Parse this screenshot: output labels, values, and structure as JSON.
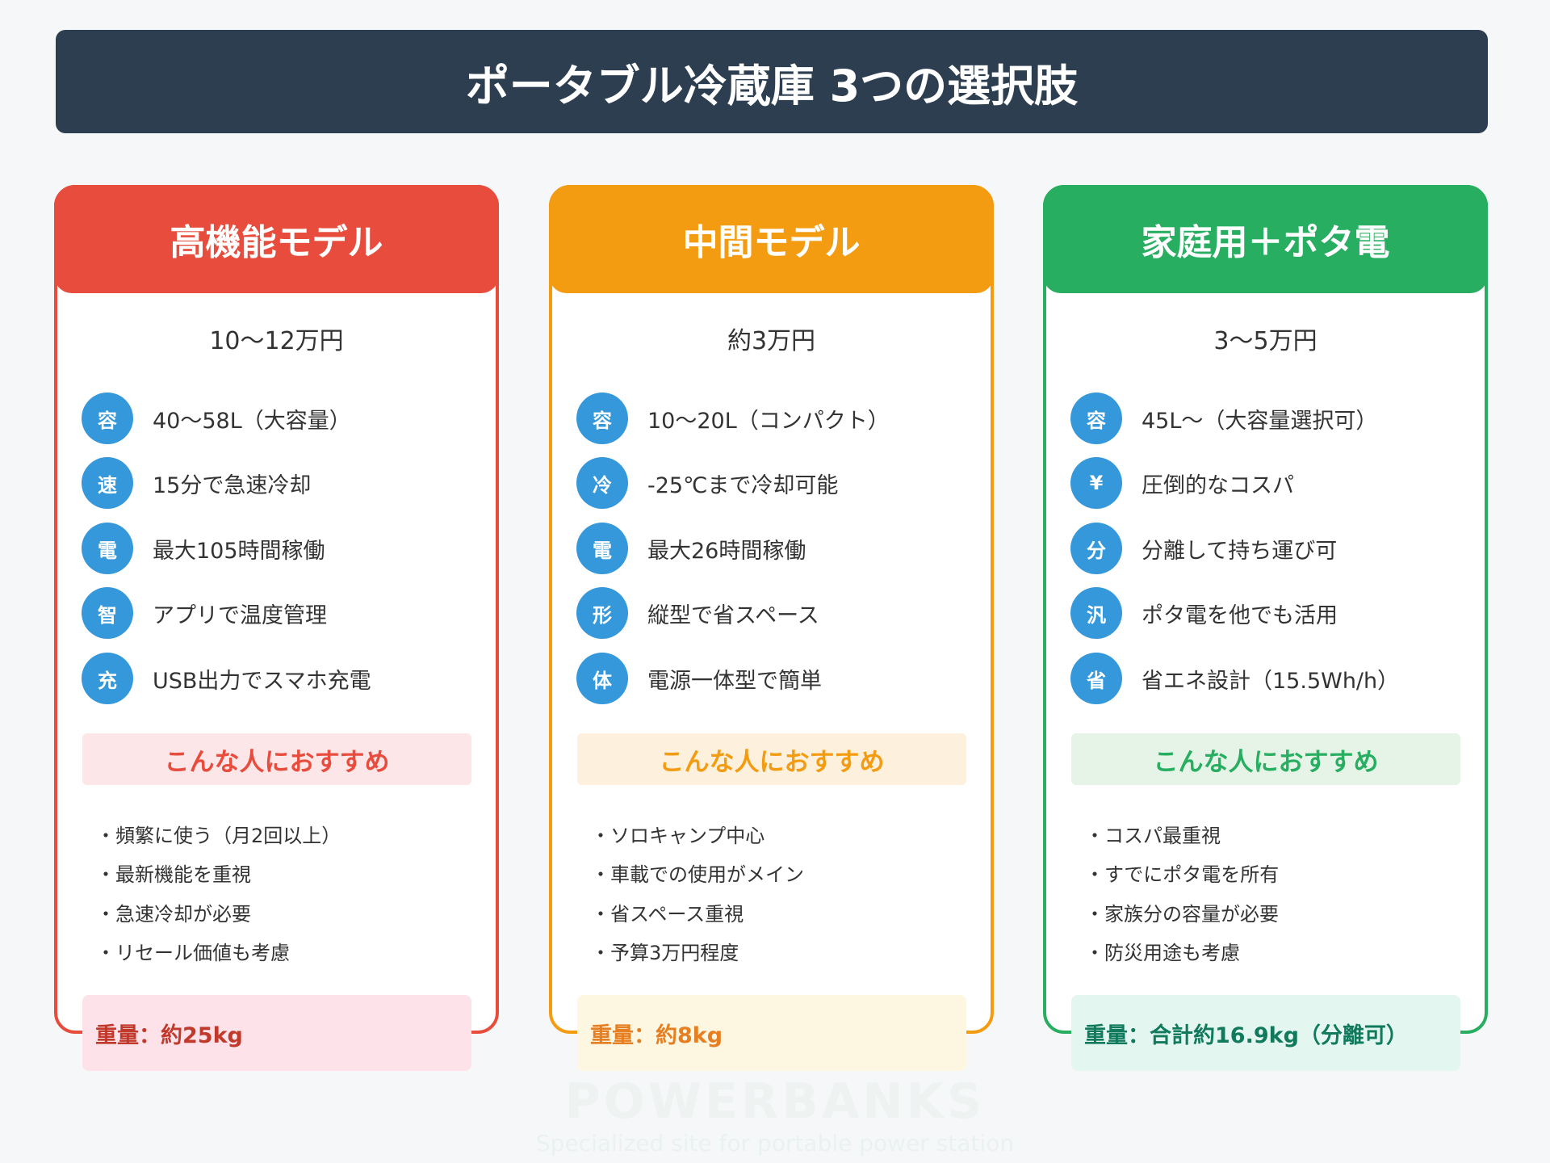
{
  "title": "ポータブル冷蔵庫 3つの選択肢",
  "watermark": {
    "brand": "POWERBANKS",
    "tagline": "Specialized site for portable power station"
  },
  "colors": {
    "title_bar": "#2c3e50",
    "icon": "#3498db",
    "red": "#e74c3c",
    "orange": "#f39c12",
    "green": "#27ae60"
  },
  "cards": [
    {
      "title": "高機能モデル",
      "price": "10〜12万円",
      "features": [
        {
          "icon": "容",
          "text": "40〜58L（大容量）"
        },
        {
          "icon": "速",
          "text": "15分で急速冷却"
        },
        {
          "icon": "電",
          "text": "最大105時間稼働"
        },
        {
          "icon": "智",
          "text": "アプリで温度管理"
        },
        {
          "icon": "充",
          "text": "USB出力でスマホ充電"
        }
      ],
      "recommend_title": "こんな人におすすめ",
      "recommend": [
        "・頻繁に使う（月2回以上）",
        "・最新機能を重視",
        "・急速冷却が必要",
        "・リセール価値も考慮"
      ],
      "weight": "重量：約25kg"
    },
    {
      "title": "中間モデル",
      "price": "約3万円",
      "features": [
        {
          "icon": "容",
          "text": "10〜20L（コンパクト）"
        },
        {
          "icon": "冷",
          "text": "-25℃まで冷却可能"
        },
        {
          "icon": "電",
          "text": "最大26時間稼働"
        },
        {
          "icon": "形",
          "text": "縦型で省スペース"
        },
        {
          "icon": "体",
          "text": "電源一体型で簡単"
        }
      ],
      "recommend_title": "こんな人におすすめ",
      "recommend": [
        "・ソロキャンプ中心",
        "・車載での使用がメイン",
        "・省スペース重視",
        "・予算3万円程度"
      ],
      "weight": "重量：約8kg"
    },
    {
      "title": "家庭用＋ポタ電",
      "price": "3〜5万円",
      "features": [
        {
          "icon": "容",
          "text": "45L〜（大容量選択可）"
        },
        {
          "icon": "¥",
          "text": "圧倒的なコスパ"
        },
        {
          "icon": "分",
          "text": "分離して持ち運び可"
        },
        {
          "icon": "汎",
          "text": "ポタ電を他でも活用"
        },
        {
          "icon": "省",
          "text": "省エネ設計（15.5Wh/h）"
        }
      ],
      "recommend_title": "こんな人におすすめ",
      "recommend": [
        "・コスパ最重視",
        "・すでにポタ電を所有",
        "・家族分の容量が必要",
        "・防災用途も考慮"
      ],
      "weight": "重量：合計約16.9kg（分離可）"
    }
  ]
}
